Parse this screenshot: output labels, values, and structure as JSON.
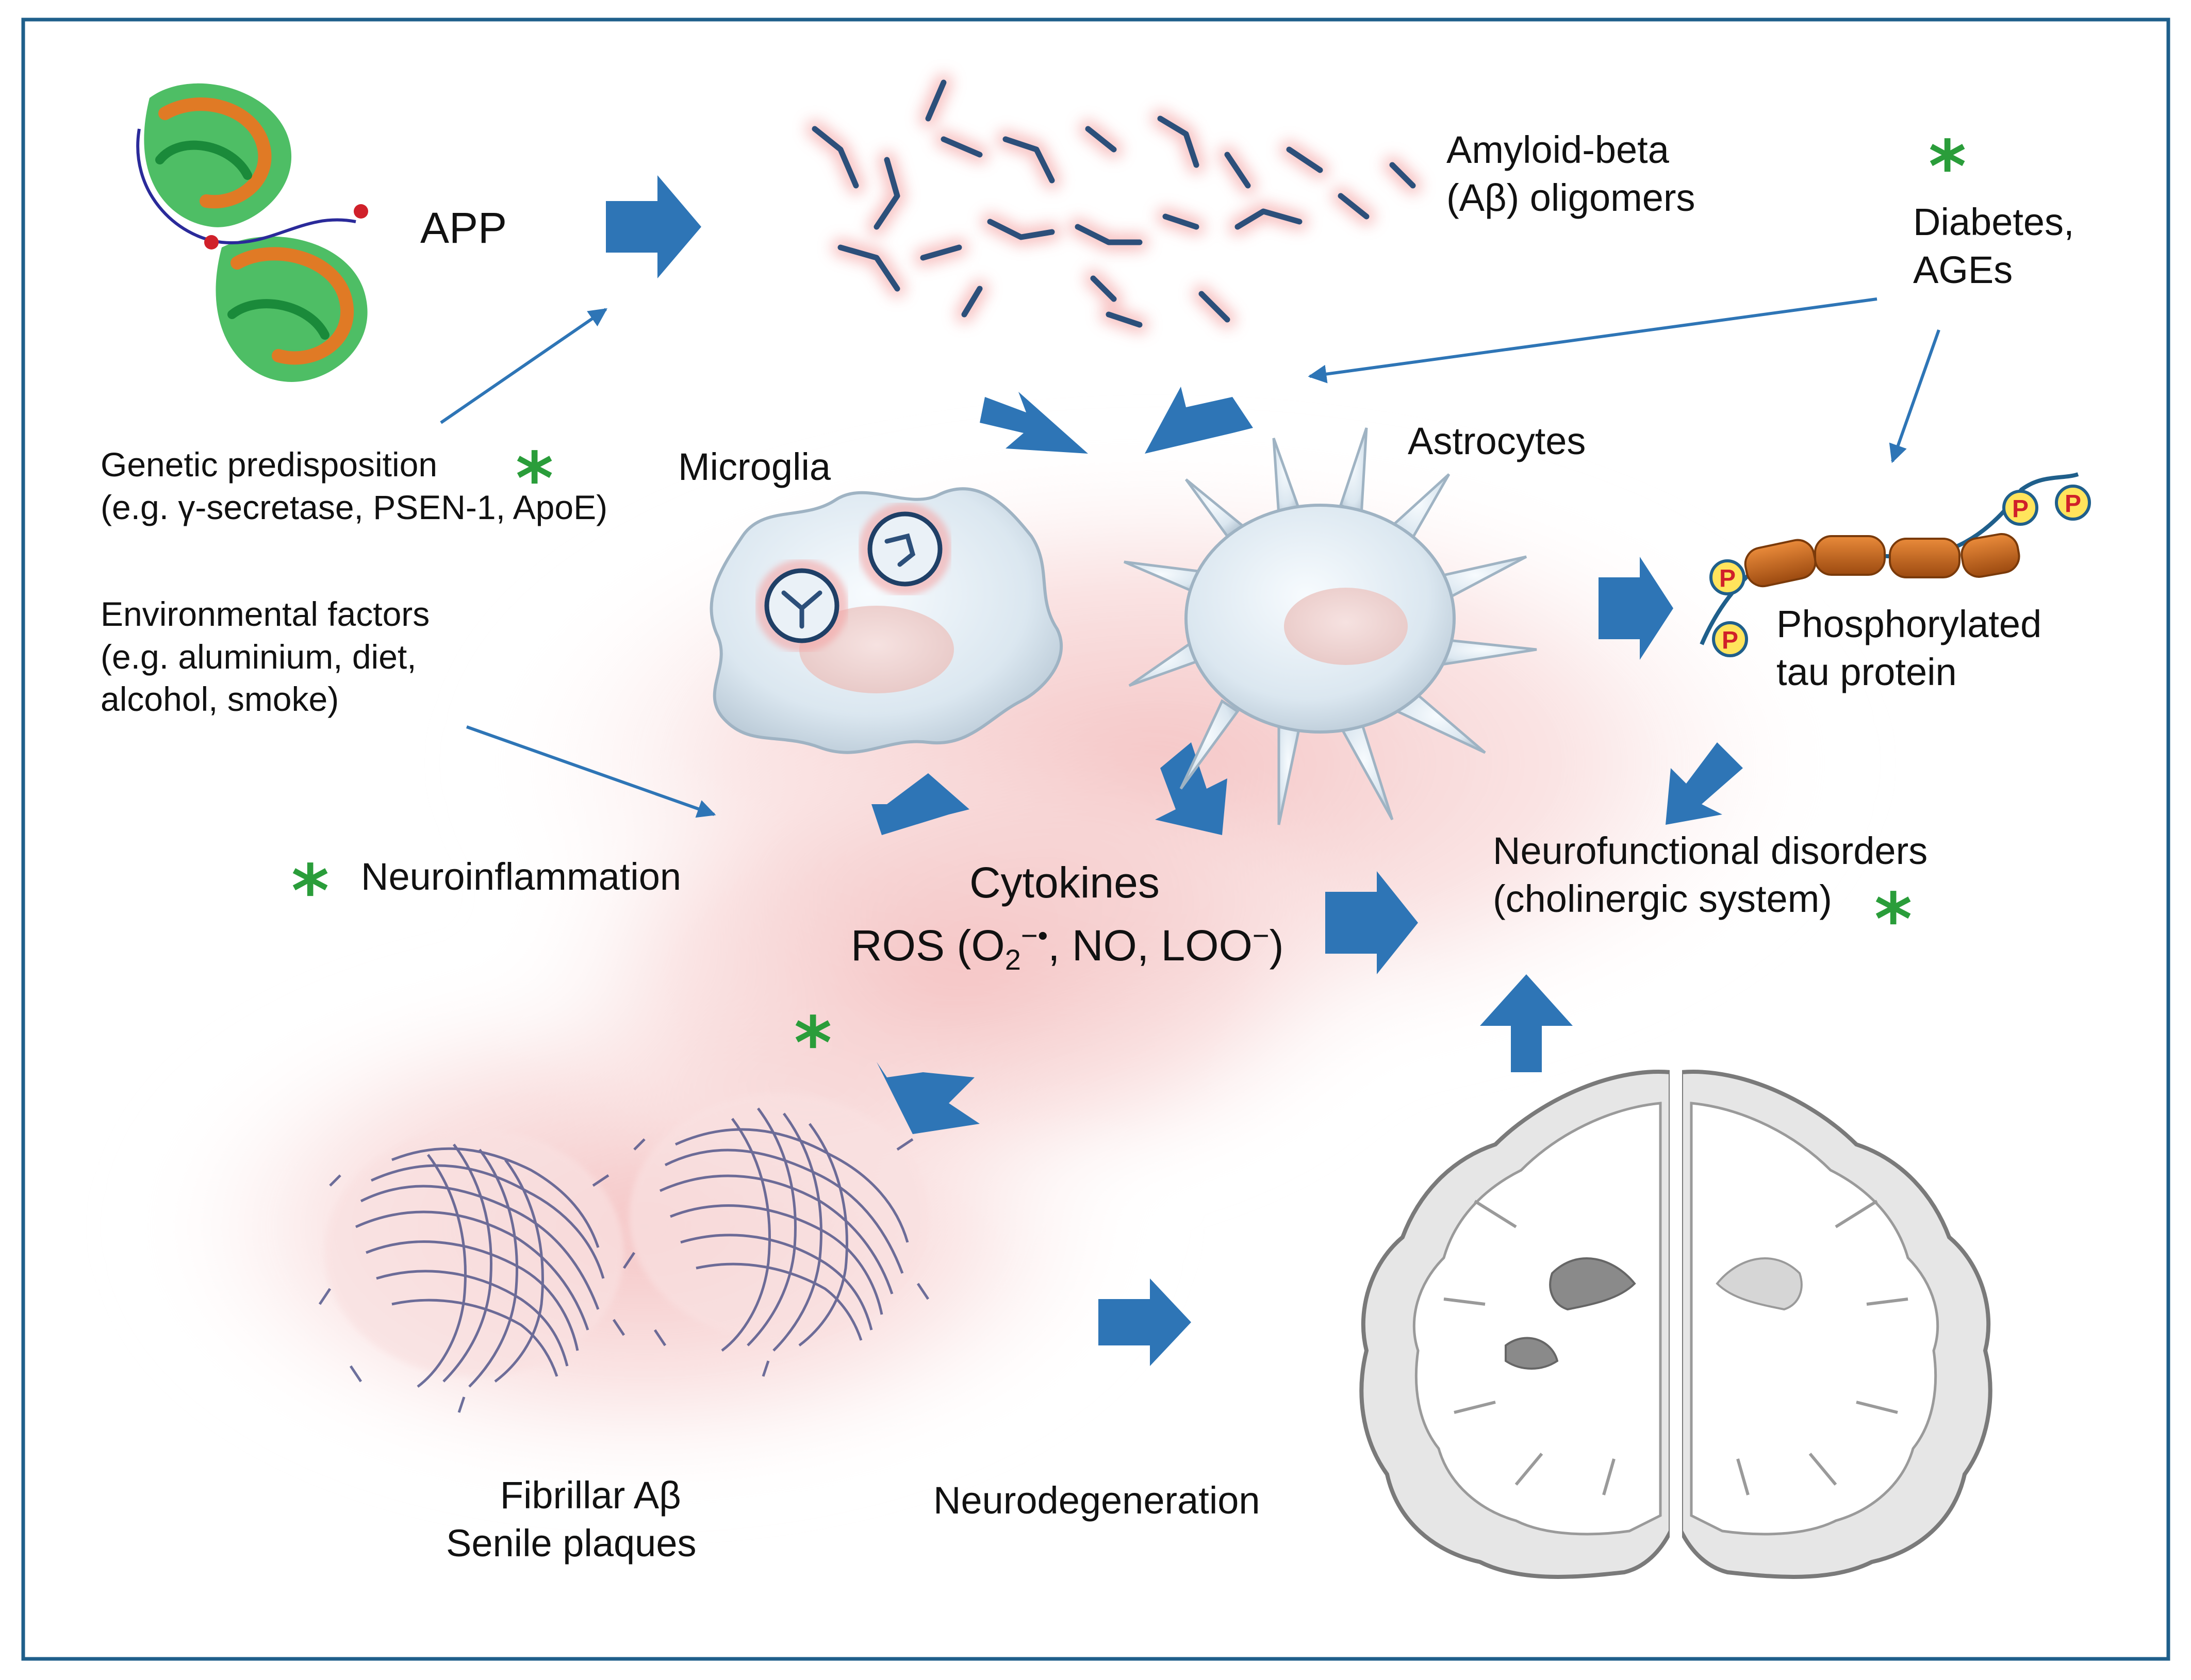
{
  "labels": {
    "app": "APP",
    "oligomers_line1": "Amyloid-beta",
    "oligomers_line2": "(Aβ) oligomers",
    "diabetes_line1": "Diabetes,",
    "diabetes_line2": "AGEs",
    "genetic_line1": "Genetic predisposition",
    "genetic_line2": "(e.g. γ-secretase, PSEN-1, ApoE)",
    "environmental_line1": "Environmental factors",
    "environmental_line2": "(e.g. aluminium, diet,",
    "environmental_line3": "alcohol, smoke)",
    "microglia": "Microglia",
    "astrocytes": "Astrocytes",
    "tau_line1": "Phosphorylated",
    "tau_line2": "tau protein",
    "phospho_marker": "P",
    "neuroinflammation": "Neuroinflammation",
    "cytokines": "Cytokines",
    "ros_prefix": "ROS (O",
    "ros_sub": "2",
    "ros_sup": "−•",
    "ros_mid": ", NO, LOO",
    "ros_sup2": "−",
    "ros_suffix": ")",
    "neurofunctional_line1": "Neurofunctional disorders",
    "neurofunctional_line2": "(cholinergic system)",
    "fibrillar_line1": "Fibrillar Aβ",
    "fibrillar_line2": "Senile plaques",
    "neurodegeneration": "Neurodegeneration",
    "asterisk": "*"
  },
  "colors": {
    "frame": "#1f5f8b",
    "arrow_fill": "#2e75b6",
    "thin_arrow": "#2e75b6",
    "oligomer_strand": "#2c4f7a",
    "oligomer_glow": "#f4a6a6",
    "inflammation_haze": "#f6c9c9",
    "cell_body": "#dfe9f1",
    "nucleus": "#f1d1cf",
    "tau_bead": "#c96a1e",
    "phospho_fill": "#ffe45c",
    "phospho_text": "#d0202a",
    "asterisk": "#2a9d3a",
    "brain_matter": "#e6e6e6",
    "brain_outline": "#7a7a7a",
    "protein_green": "#2fb34a",
    "protein_orange": "#e07a25"
  },
  "icons": {
    "protein": "app-protein-structure-icon",
    "oligomers": "amyloid-oligomers-icon",
    "microglia": "microglia-cell-icon",
    "astrocyte": "astrocyte-cell-icon",
    "tau": "tau-protein-chain-icon",
    "plaques": "senile-plaques-icon",
    "brain": "brain-coronal-section-icon"
  }
}
